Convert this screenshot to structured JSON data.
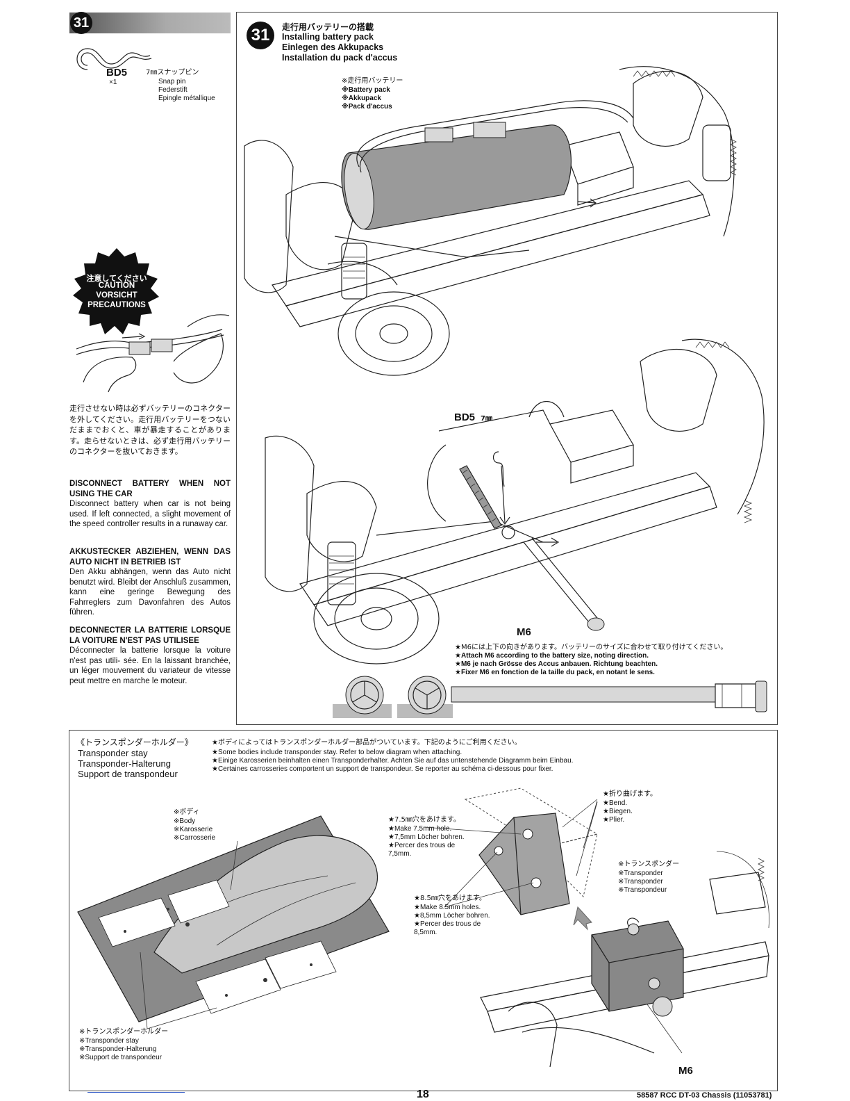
{
  "step": {
    "number": "31",
    "title_lines": [
      "走行用バッテリーの搭載",
      "Installing battery pack",
      "Einlegen des Akkupacks",
      "Installation du pack d'accus"
    ]
  },
  "parts": {
    "code": "BD5",
    "qty": "×1",
    "names": [
      "7㎜スナップピン",
      "Snap pin",
      "Federstift",
      "Epingle métallique"
    ]
  },
  "caution": {
    "badge_lines": [
      "注意してください",
      "CAUTION",
      "VORSICHT",
      "PRECAUTIONS"
    ],
    "jp_text": "走行させない時は必ずバッテリーのコネクターを外してください。走行用バッテリーをつないだままでおくと、車が暴走することがあります。走らせないときは、必ず走行用バッテリーのコネクターを抜いておきます。",
    "en_head": "DISCONNECT BATTERY WHEN NOT USING THE CAR",
    "en_body": "Disconnect battery when car is not being used. If left connected, a slight movement of the speed controller results in a runaway car.",
    "de_head": "AKKUSTECKER ABZIEHEN, WENN DAS AUTO NICHT IN BETRIEB IST",
    "de_body": "Den Akku abhängen, wenn das Auto nicht benutzt wird. Bleibt der Anschluß zusammen, kann eine geringe Bewegung des Fahrreglers zum Davonfahren des Autos führen.",
    "fr_head": "DECONNECTER LA BATTERIE LORSQUE LA VOITURE N'EST PAS UTILISEE",
    "fr_body": "Déconnecter la batterie lorsque la voiture n'est pas utili- sée. En la laissant branchée, un léger mouvement du variateur de vitesse peut mettre en marche le moteur."
  },
  "battery_label": [
    "※走行用バッテリー",
    "※Battery pack",
    "※Akkupack",
    "※Pack d'accus"
  ],
  "bd5_label": "BD5",
  "bd5_size": "7㎜",
  "m6_label": "M6",
  "m6_notes": [
    "★M6には上下の向きがあります。バッテリーのサイズに合わせて取り付けてください。",
    "★Attach M6 according to the battery size, noting direction.",
    "★M6 je nach Grösse des Accus anbauen. Richtung beachten.",
    "★Fixer M6 en fonction de la taille du pack, en notant le sens."
  ],
  "transponder": {
    "title_lines": [
      "《トランスポンダーホルダー》",
      "Transponder stay",
      "Transponder-Halterung",
      "Support de transpondeur"
    ],
    "note_lines": [
      "★ボディによってはトランスポンダーホルダー部品がついています。下記のようにご利用ください。",
      "★Some bodies include transponder stay. Refer to below diagram when attaching.",
      "★Einige Karosserien beinhalten einen Transponderhalter. Achten Sie auf das untenstehende Diagramm beim Einbau.",
      "★Certaines carrosseries comportent un support de transpondeur. Se reporter au schéma ci-dessous pour fixer."
    ],
    "body_label": [
      "※ボディ",
      "※Body",
      "※Karosserie",
      "※Carrosserie"
    ],
    "bend_label": [
      "★折り曲げます。",
      "★Bend.",
      "★Biegen.",
      "★Plier."
    ],
    "hole75_label": [
      "★7.5㎜穴をあけます。",
      "★Make 7.5mm hole.",
      "★7,5mm Löcher bohren.",
      "★Percer des trous de",
      "7,5mm."
    ],
    "hole85_label": [
      "★8.5㎜穴をあけます。",
      "★Make 8.5mm holes.",
      "★8,5mm Löcher bohren.",
      "★Percer des trous de",
      "8,5mm."
    ],
    "transponder_label": [
      "※トランスポンダー",
      "※Transponder",
      "※Transponder",
      "※Transpondeur"
    ],
    "holder_label": [
      "※トランスポンダーホルダー",
      "※Transponder stay",
      "※Transponder-Halterung",
      "※Support de transpondeur"
    ],
    "m6_label": "M6"
  },
  "footer": {
    "page": "18",
    "doc": "58587 RCC DT-03 Chassis (11053781)"
  }
}
